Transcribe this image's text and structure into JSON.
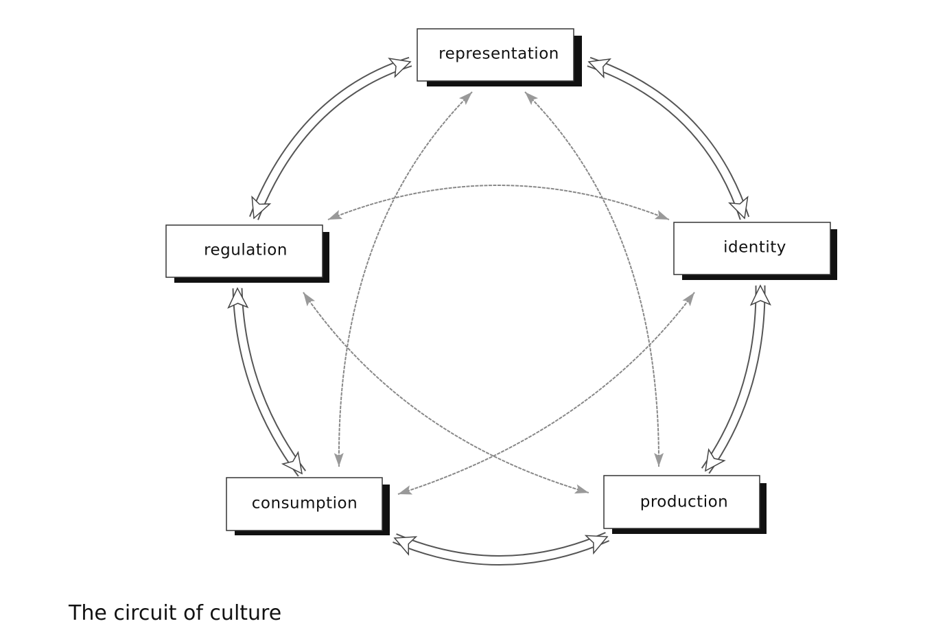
{
  "nodes": {
    "representation": "representation",
    "regulation": "regulation",
    "identity": "identity",
    "consumption": "consumption",
    "production": "production"
  },
  "caption": "The circuit of culture",
  "colors": {
    "box_border": "#333333",
    "shadow": "#111111",
    "arrow": "#888888"
  }
}
